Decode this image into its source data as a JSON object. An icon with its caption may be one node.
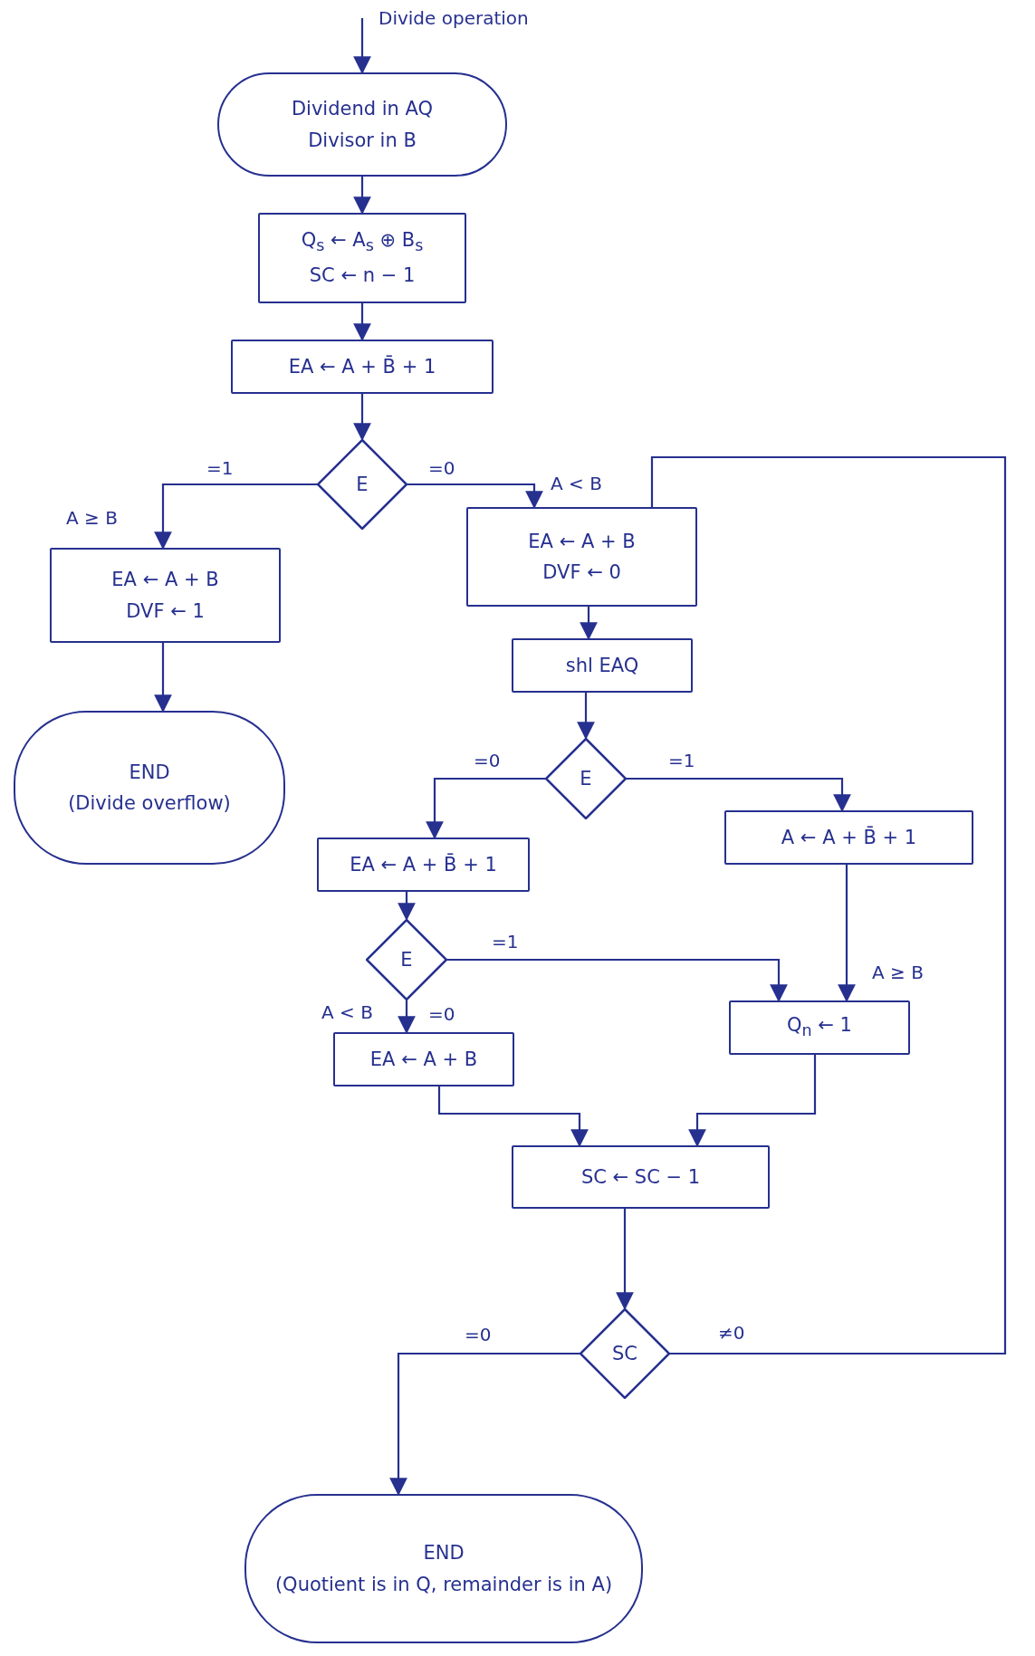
{
  "diagram": {
    "nodes": [
      {
        "text": [
          "Dividend in AQ",
          "Divisor in B"
        ]
      },
      {
        "text": [
          "Q$_{s}$ ← A$_{s}$ ⊕ B$_{s}$",
          "SC ← n − 1"
        ]
      },
      {
        "text": [
          "EA ← A + B̄ + 1"
        ]
      },
      {
        "text": [
          "E"
        ]
      },
      {
        "text": [
          "EA ← A + B",
          "DVF ← 1"
        ]
      },
      {
        "text": [
          "END",
          "(Divide overflow)"
        ]
      },
      {
        "text": [
          "EA ← A + B",
          "DVF ← 0"
        ]
      },
      {
        "text": [
          "shl EAQ"
        ]
      },
      {
        "text": [
          "E"
        ]
      },
      {
        "text": [
          "EA ← A + B̄ + 1"
        ]
      },
      {
        "text": [
          "A ← A + B̄ + 1"
        ]
      },
      {
        "text": [
          "E"
        ]
      },
      {
        "text": [
          "EA ← A + B"
        ]
      },
      {
        "text": [
          "Q$_{n}$ ← 1"
        ]
      },
      {
        "text": [
          "SC ← SC − 1"
        ]
      },
      {
        "text": [
          "SC"
        ]
      },
      {
        "text": [
          "END",
          "(Quotient is in Q, remainder is in A)"
        ]
      }
    ],
    "edges": [
      {
        "from": null,
        "to": 0,
        "arrow": "to",
        "label": "Divide operation"
      },
      {
        "from": 0,
        "to": 1,
        "arrow": "to"
      },
      {
        "from": 1,
        "to": 2,
        "arrow": "to"
      },
      {
        "from": 2,
        "to": 3,
        "arrow": "to"
      },
      {
        "from": 3,
        "to": 4,
        "arrow": "to",
        "label": "=1"
      },
      {
        "from": 4,
        "to": 5,
        "arrow": "to"
      },
      {
        "from": 3,
        "to": 6,
        "arrow": "to",
        "label": "=0"
      },
      {
        "from": 6,
        "to": 7,
        "arrow": "to"
      },
      {
        "from": 7,
        "to": 8,
        "arrow": "to"
      },
      {
        "from": 8,
        "to": 10,
        "arrow": "to",
        "label": "=1"
      },
      {
        "from": 8,
        "to": 9,
        "arrow": "to",
        "label": "=0"
      },
      {
        "from": 9,
        "to": 11,
        "arrow": "to"
      },
      {
        "from": 11,
        "to": 13,
        "arrow": "to",
        "label": "=1"
      },
      {
        "from": 11,
        "to": 12,
        "arrow": "to",
        "label": "=0"
      },
      {
        "from": 10,
        "to": 13,
        "arrow": "to"
      },
      {
        "from": 12,
        "to": 14,
        "arrow": "to"
      },
      {
        "from": 13,
        "to": 14,
        "arrow": "to"
      },
      {
        "from": 14,
        "to": 15,
        "arrow": "to"
      },
      {
        "from": 15,
        "to": 16,
        "arrow": "to",
        "label": "=0"
      },
      {
        "from": 15,
        "to": 6,
        "arrow": "none",
        "label": "≠0"
      }
    ],
    "labels": [
      "A ≥ B",
      "A < B",
      "A ≥ B",
      "A < B"
    ]
  }
}
